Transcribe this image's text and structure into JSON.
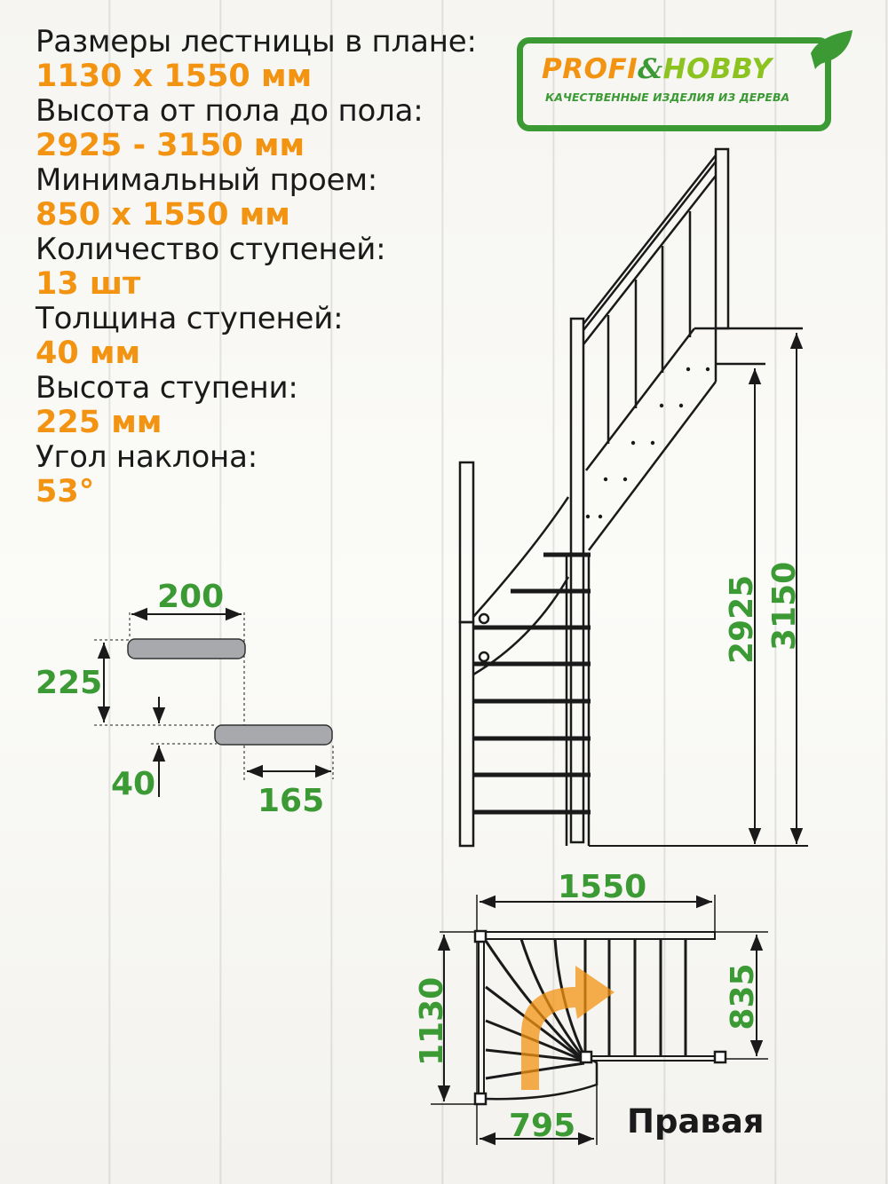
{
  "specs": [
    {
      "label": "Размеры лестницы в плане:",
      "value": "1130 х 1550 мм"
    },
    {
      "label": "Высота от пола до пола:",
      "value": "2925 - 3150 мм"
    },
    {
      "label": "Минимальный проем:",
      "value": "850 х 1550 мм"
    },
    {
      "label": "Количество ступеней:",
      "value": "13 шт"
    },
    {
      "label": "Толщина ступеней:",
      "value": "40 мм"
    },
    {
      "label": "Высота ступени:",
      "value": "225 мм"
    },
    {
      "label": "Угол наклона:",
      "value": "53°"
    }
  ],
  "logo": {
    "profi": "PROFI",
    "amp": "&",
    "hobby": "HOBBY",
    "tagline": "КАЧЕСТВЕННЫЕ ИЗДЕЛИЯ ИЗ ДЕРЕВА",
    "colors": {
      "orange": "#f39312",
      "green": "#3c9a35",
      "lime": "#8cc320"
    }
  },
  "step_detail": {
    "tread_depth": "200",
    "riser_height": "225",
    "thickness": "40",
    "overlap": "165"
  },
  "side_view": {
    "height_min": "2925",
    "height_max": "3150"
  },
  "plan_view": {
    "width": "1550",
    "depth": "1130",
    "upper_flight": "835",
    "lower_flight": "795",
    "direction_label": "Правая"
  },
  "colors": {
    "value": "#f39312",
    "dimension": "#3c9a35",
    "text": "#1a1a1a",
    "tread": "#a7a9ac"
  }
}
